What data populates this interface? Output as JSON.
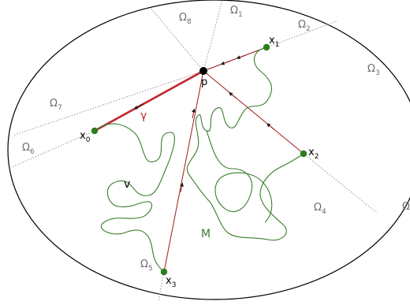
{
  "diagram": {
    "point_p": "p",
    "regions": [
      {
        "base": "Ω",
        "sub": "1"
      },
      {
        "base": "Ω",
        "sub": "2"
      },
      {
        "base": "Ω",
        "sub": "3"
      },
      {
        "base": "Ω",
        "sub": "4"
      },
      {
        "base": "Ω",
        "sub": "5"
      },
      {
        "base": "Ω",
        "sub": "6"
      },
      {
        "base": "Ω",
        "sub": "7"
      },
      {
        "base": "Ω",
        "sub": "8"
      },
      {
        "base": "Ω",
        "sub": ""
      }
    ],
    "points": [
      {
        "base": "x",
        "sub": "0"
      },
      {
        "base": "x",
        "sub": "1"
      },
      {
        "base": "x",
        "sub": "2"
      },
      {
        "base": "x",
        "sub": "3"
      }
    ],
    "gamma_label": "γ",
    "manifold_label": "M",
    "v_label": "v",
    "colors": {
      "boundary": "#000000",
      "rays": "#9b1b1b",
      "gamma": "#c0272d",
      "curve": "#3a7d2c",
      "points": "#2e7d1e",
      "dotted": "#8a8a8a",
      "region_text": "#6e6e6e"
    }
  }
}
